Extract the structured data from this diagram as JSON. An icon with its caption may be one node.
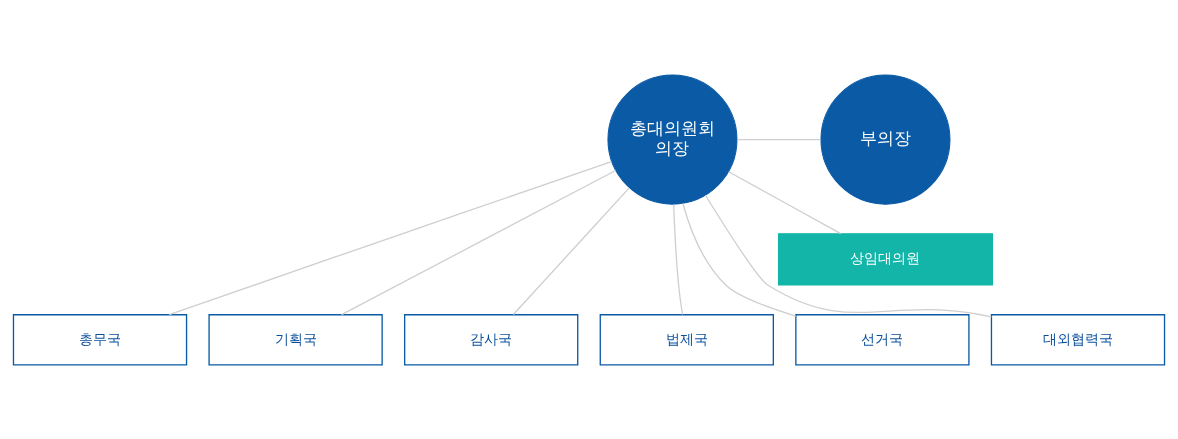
{
  "diagram": {
    "nodes": [
      {
        "text": [
          "총대의원회 의장"
        ]
      },
      {
        "text": [
          "부의장"
        ]
      },
      {
        "text": [
          "상임대의원"
        ]
      },
      {
        "text": [
          "총무국"
        ]
      },
      {
        "text": [
          "기획국"
        ]
      },
      {
        "text": [
          "감사국"
        ]
      },
      {
        "text": [
          "법제국"
        ]
      },
      {
        "text": [
          "선거국"
        ]
      },
      {
        "text": [
          "대외협력국"
        ]
      }
    ],
    "edges": [
      {
        "from": 0,
        "to": 1,
        "arrow": "none"
      },
      {
        "from": 0,
        "to": 2,
        "arrow": "none"
      },
      {
        "from": 0,
        "to": 3,
        "arrow": "none"
      },
      {
        "from": 0,
        "to": 4,
        "arrow": "none"
      },
      {
        "from": 0,
        "to": 5,
        "arrow": "none"
      },
      {
        "from": 0,
        "to": 6,
        "arrow": "none"
      },
      {
        "from": 0,
        "to": 7,
        "arrow": "none"
      },
      {
        "from": 0,
        "to": 8,
        "arrow": "none"
      }
    ]
  }
}
